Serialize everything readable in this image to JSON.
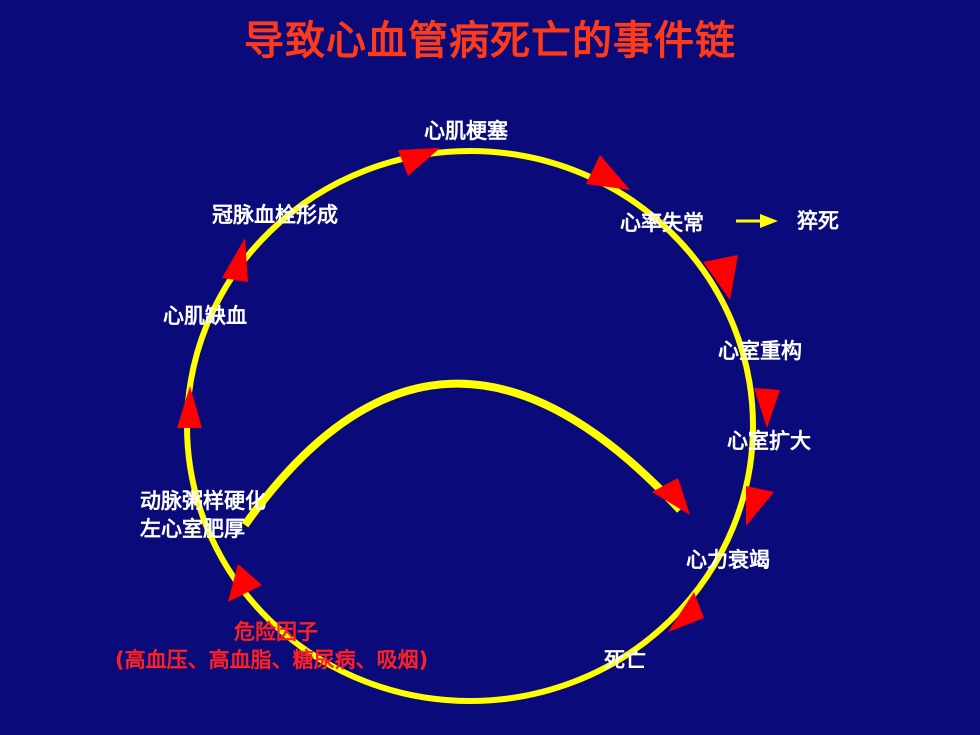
{
  "title": "导致心血管病死亡的事件链",
  "colors": {
    "background": "#0a0a7a",
    "title": "#ff3a1a",
    "cycle_line": "#ffff00",
    "arrow": "#ff0000",
    "label": "#ffffff",
    "risk_label": "#ff2020"
  },
  "nodes": {
    "mi": "心肌梗塞",
    "arrhythmia": "心率失常",
    "sudden_death": "猝死",
    "remodeling": "心室重构",
    "dilation": "心室扩大",
    "heart_failure": "心力衰竭",
    "death": "死亡",
    "risk_factors": "危险因子",
    "risk_factors_detail": "(高血压、高血脂、糖尿病、吸烟)",
    "atherosclerosis": "动脉粥样硬化",
    "lvh": "左心室肥厚",
    "ischemia": "心肌缺血",
    "thrombosis": "冠脉血栓形成"
  }
}
